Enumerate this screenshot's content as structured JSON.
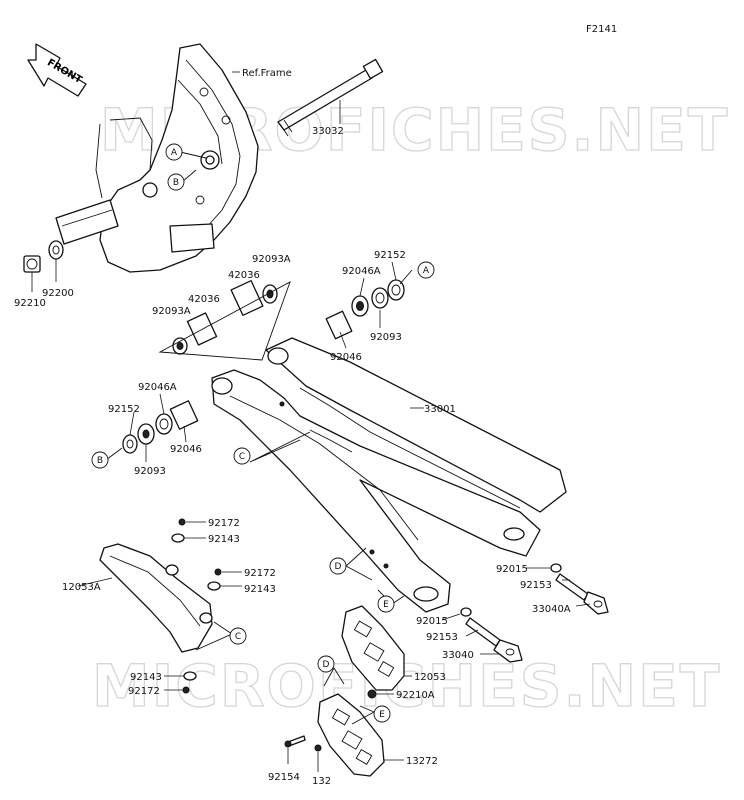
{
  "diagram": {
    "code": "F2141",
    "front_label": "FRONT",
    "watermark": "MICROFICHES.NET",
    "frame_ref": "Ref.Frame",
    "parts": [
      {
        "id": "p-33032",
        "label": "33032"
      },
      {
        "id": "p-92200",
        "label": "92200"
      },
      {
        "id": "p-92210",
        "label": "92210"
      },
      {
        "id": "p-92093a-top",
        "label": "92093A"
      },
      {
        "id": "p-42036-top",
        "label": "42036"
      },
      {
        "id": "p-42036-mid",
        "label": "42036"
      },
      {
        "id": "p-92093a-mid",
        "label": "92093A"
      },
      {
        "id": "p-92046a-top",
        "label": "92046A"
      },
      {
        "id": "p-92152-top",
        "label": "92152"
      },
      {
        "id": "p-92093-top",
        "label": "92093"
      },
      {
        "id": "p-92046-top",
        "label": "92046"
      },
      {
        "id": "p-33001",
        "label": "33001"
      },
      {
        "id": "p-92046a-left",
        "label": "92046A"
      },
      {
        "id": "p-92152-left",
        "label": "92152"
      },
      {
        "id": "p-92093-left",
        "label": "92093"
      },
      {
        "id": "p-92046-left",
        "label": "92046"
      },
      {
        "id": "p-92172-a",
        "label": "92172"
      },
      {
        "id": "p-92143-a",
        "label": "92143"
      },
      {
        "id": "p-12053a",
        "label": "12053A"
      },
      {
        "id": "p-92172-b",
        "label": "92172"
      },
      {
        "id": "p-92143-b",
        "label": "92143"
      },
      {
        "id": "p-92015-a",
        "label": "92015"
      },
      {
        "id": "p-92153-a",
        "label": "92153"
      },
      {
        "id": "p-33040a",
        "label": "33040A"
      },
      {
        "id": "p-92015-b",
        "label": "92015"
      },
      {
        "id": "p-92153-b",
        "label": "92153"
      },
      {
        "id": "p-33040",
        "label": "33040"
      },
      {
        "id": "p-12053",
        "label": "12053"
      },
      {
        "id": "p-92210a",
        "label": "92210A"
      },
      {
        "id": "p-92143-c",
        "label": "92143"
      },
      {
        "id": "p-92172-c",
        "label": "92172"
      },
      {
        "id": "p-92154",
        "label": "92154"
      },
      {
        "id": "p-132",
        "label": "132"
      },
      {
        "id": "p-13272",
        "label": "13272"
      }
    ],
    "callouts": [
      "A",
      "B",
      "A",
      "B",
      "C",
      "C",
      "D",
      "E",
      "D",
      "E"
    ]
  }
}
